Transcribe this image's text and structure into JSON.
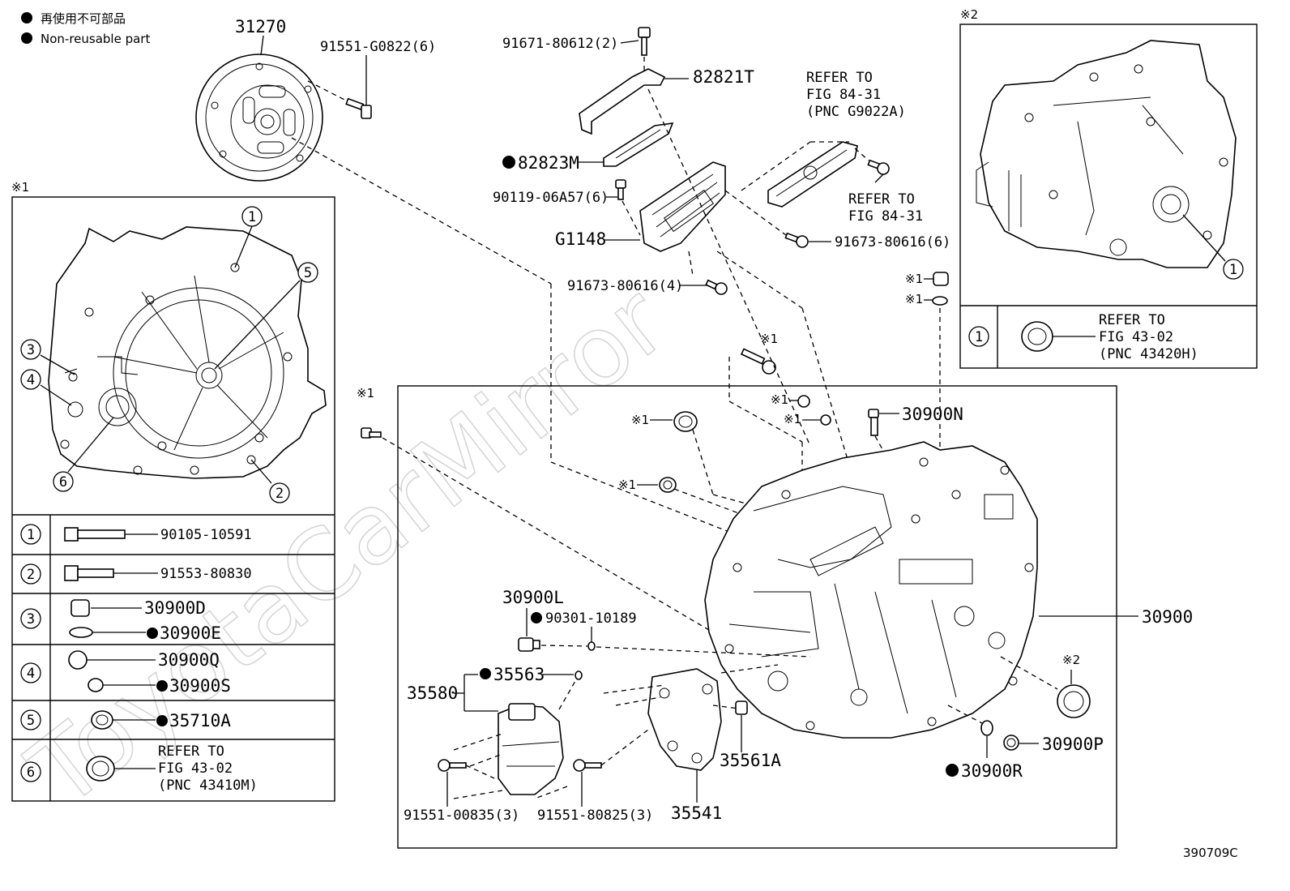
{
  "legend": {
    "line1": "再使用不可部品",
    "line2": "Non-reusable part"
  },
  "watermark": "ToyotaCarMirror",
  "notes": {
    "ref1": "※1",
    "ref2": "※2"
  },
  "callouts": {
    "p31270": "31270",
    "p91551_g0822": "91551-G0822(6)",
    "p91671_80612": "91671-80612(2)",
    "p82821t": "82821T",
    "p82823m": "82823M",
    "p90119": "90119-06A57(6)",
    "pg1148": "G1148",
    "p91673_4": "91673-80616(4)",
    "p91673_6": "91673-80616(6)",
    "ref_g9022a_1": "REFER TO",
    "ref_g9022a_2": "FIG 84-31",
    "ref_g9022a_3": "(PNC G9022A)",
    "ref_8431_1": "REFER TO",
    "ref_8431_2": "FIG 84-31",
    "p30900n": "30900N",
    "p30900": "30900",
    "p30900l": "30900L",
    "p90301": "90301-10189",
    "p35563": "35563",
    "p35580": "35580",
    "p35561a": "35561A",
    "p35541": "35541",
    "p91551_00835": "91551-00835(3)",
    "p91551_80825": "91551-80825(3)",
    "p30900r": "30900R",
    "p30900p": "30900P",
    "fig_code": "390709C"
  },
  "inset1": {
    "title": "※1",
    "numbers": [
      "1",
      "2",
      "3",
      "4",
      "5",
      "6"
    ],
    "table": [
      {
        "num": "1",
        "parts": [
          "90105-10591"
        ]
      },
      {
        "num": "2",
        "parts": [
          "91553-80830"
        ]
      },
      {
        "num": "3",
        "parts": [
          "30900D",
          "30900E"
        ]
      },
      {
        "num": "4",
        "parts": [
          "30900Q",
          "30900S"
        ]
      },
      {
        "num": "5",
        "parts": [
          "35710A"
        ]
      },
      {
        "num": "6",
        "parts": [
          "REFER TO",
          "FIG 43-02",
          "(PNC 43410M)"
        ]
      }
    ]
  },
  "inset2": {
    "title": "※2",
    "number": "1",
    "table_num": "1",
    "refer": [
      "REFER TO",
      "FIG 43-02",
      "(PNC 43420H)"
    ]
  }
}
